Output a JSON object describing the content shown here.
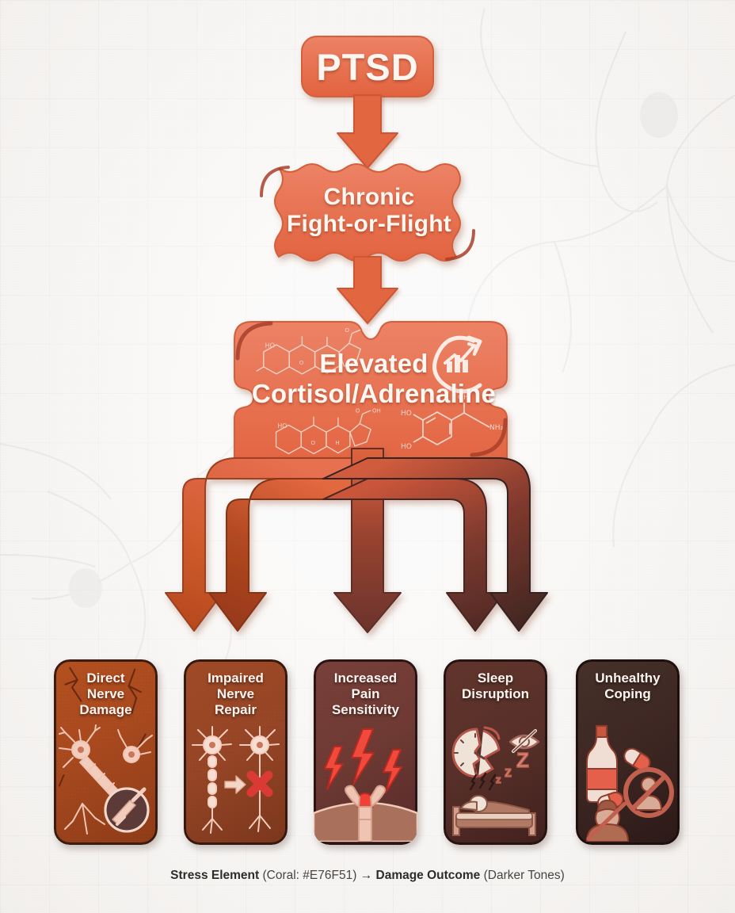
{
  "title": "PTSD stress cascade to nerve damage outcomes",
  "palette": {
    "coral": "#E76F51",
    "coral_dark": "#C85A3E",
    "background": "#F7F5F3",
    "node_text": "#FDF6F1"
  },
  "nodes": [
    {
      "id": "ptsd",
      "label": "PTSD",
      "shape": "rounded-rect",
      "color": "#E76F51"
    },
    {
      "id": "chronic",
      "label": "Chronic\nFight-or-Flight",
      "line1": "Chronic",
      "line2": "Fight-or-Flight",
      "shape": "wavy-bracket",
      "color": "#E76F51"
    },
    {
      "id": "cortisol",
      "label": "Elevated\nCortisol/Adrenaline",
      "line1": "Elevated",
      "line2": "Cortisol/Adrenaline",
      "shape": "bracket-rect",
      "color": "#E76F51",
      "icons": [
        "cortisol-molecule-icon",
        "adrenaline-molecule-icon",
        "rising-trend-chart-icon"
      ]
    }
  ],
  "connectors": [
    {
      "id": "ptsd-to-chronic",
      "type": "arrow-down",
      "color": "#E76F51"
    },
    {
      "id": "chronic-to-cortisol",
      "type": "arrow-down",
      "color": "#E76F51"
    },
    {
      "id": "cortisol-to-outcomes",
      "type": "fan-out-5",
      "from": "#E76F51",
      "to": "#3A2622"
    }
  ],
  "outcomes": [
    {
      "id": "direct-nerve-damage",
      "title": "Direct\nNerve\nDamage",
      "lines": [
        "Direct",
        "Nerve",
        "Damage"
      ],
      "color": "#A8491F",
      "color_dark": "#8A3A17",
      "icon": "damaged-neuron-icon"
    },
    {
      "id": "impaired-nerve-repair",
      "title": "Impaired\nNerve\nRepair",
      "lines": [
        "Impaired",
        "Nerve",
        "Repair"
      ],
      "color": "#964526",
      "color_dark": "#77341B",
      "icon": "neuron-repair-blocked-icon"
    },
    {
      "id": "increased-pain-sensitivity",
      "title": "Increased\nPain\nSensitivity",
      "lines": [
        "Increased",
        "Pain",
        "Sensitivity"
      ],
      "color": "#6E3A33",
      "color_dark": "#55292A",
      "icon": "pain-lightning-icon"
    },
    {
      "id": "sleep-disruption",
      "title": "Sleep\nDisruption",
      "lines": [
        "Sleep",
        "Disruption"
      ],
      "color": "#583029",
      "color_dark": "#42211F",
      "icon": "broken-clock-bed-icon"
    },
    {
      "id": "unhealthy-coping",
      "title": "Unhealthy\nCoping",
      "lines": [
        "Unhealthy",
        "Coping"
      ],
      "color": "#3E2723",
      "color_dark": "#2C1A18",
      "icon": "bottle-pills-no-person-icon"
    }
  ],
  "footer": {
    "stress_label": "Stress Element",
    "stress_note": "(Coral: #E76F51)",
    "arrow": "→",
    "damage_label": "Damage Outcome",
    "damage_note": "(Darker Tones)"
  }
}
